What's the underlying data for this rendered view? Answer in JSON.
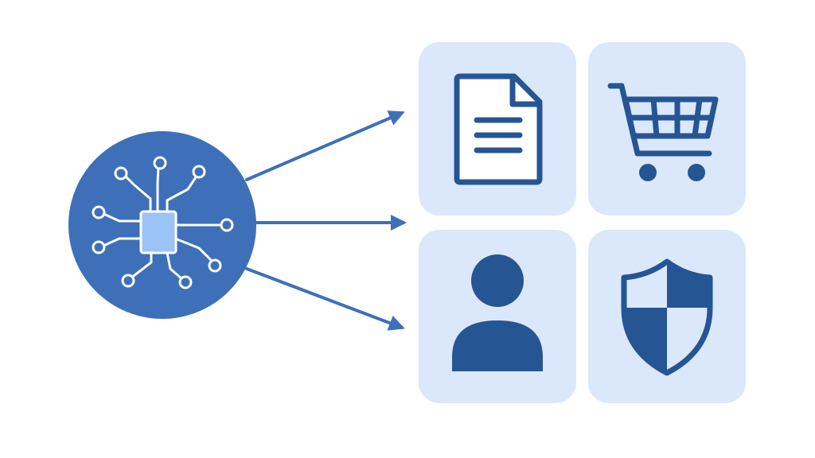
{
  "colors": {
    "hub_fill": "#3d70b8",
    "chip_fill": "#9cc3f5",
    "circuit_stroke": "#ffffff",
    "arrow": "#3d70b8",
    "tile_bg": "#dbe8fb",
    "icon_dark": "#265594",
    "icon_light": "#dbe8fb"
  },
  "hub": {
    "icon": "circuit-chip-icon"
  },
  "arrows": [
    {
      "from": "hub",
      "to": "tile-doc"
    },
    {
      "from": "hub",
      "to": "tile-user-row"
    },
    {
      "from": "hub",
      "to": "tile-user"
    }
  ],
  "tiles": [
    {
      "id": "tile-doc",
      "icon": "document-icon"
    },
    {
      "id": "tile-cart",
      "icon": "shopping-cart-icon"
    },
    {
      "id": "tile-user",
      "icon": "user-icon"
    },
    {
      "id": "tile-shield",
      "icon": "shield-icon"
    }
  ]
}
